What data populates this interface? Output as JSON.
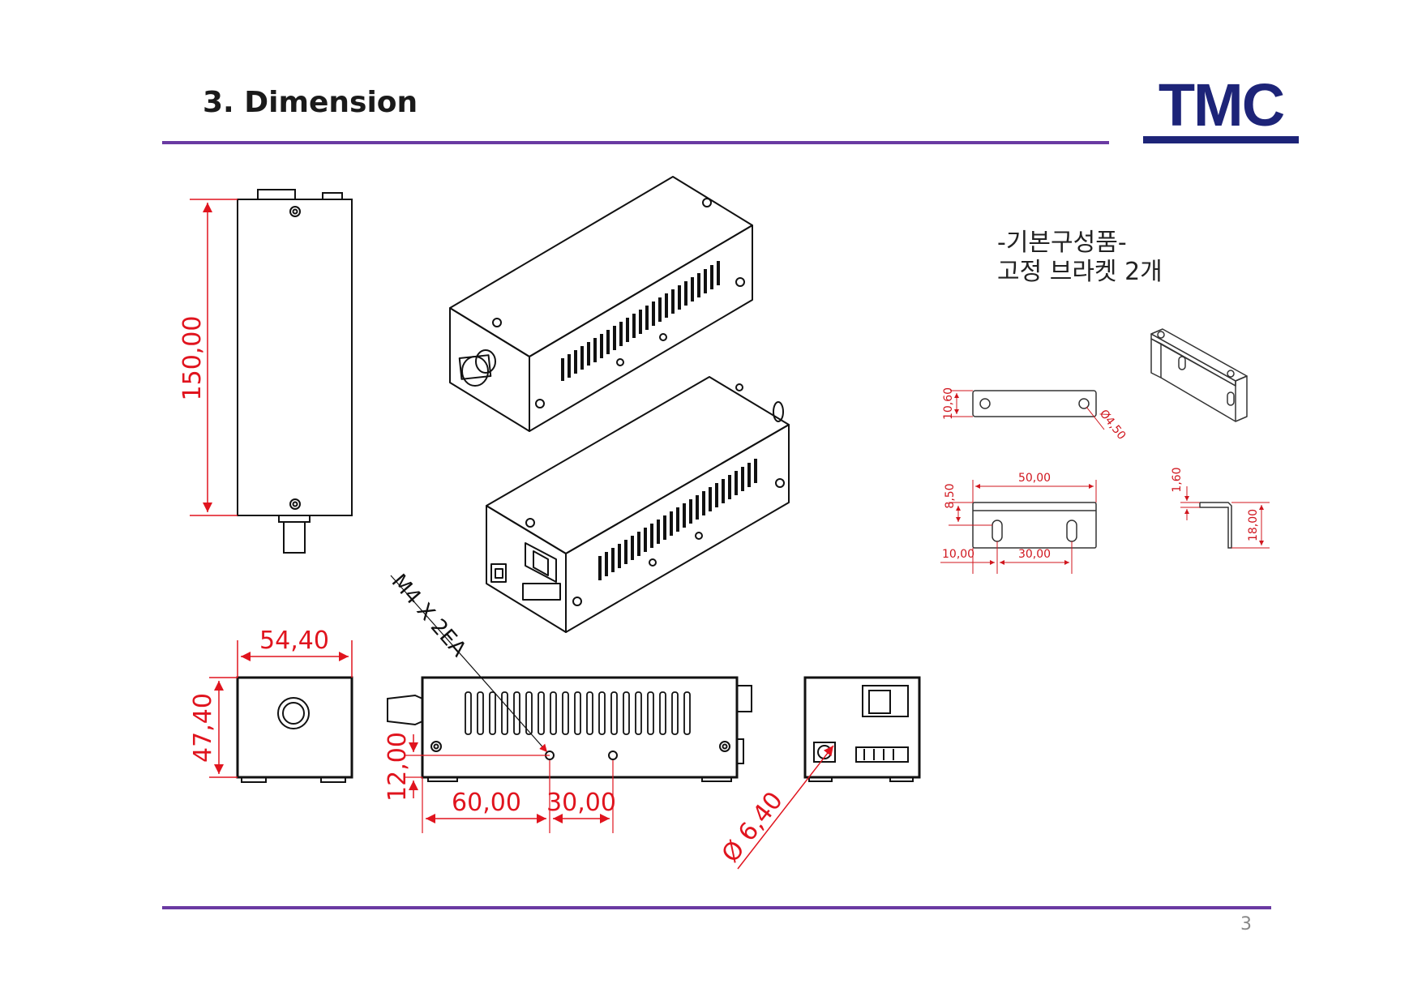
{
  "header": {
    "title": "3. Dimension"
  },
  "logo": {
    "text": "TMC",
    "color": "#1d2478"
  },
  "colors": {
    "rule": "#6a3aa2",
    "dimension": "#e0141e",
    "line": "#111111",
    "bracket_dim": "#d0161e"
  },
  "kit": {
    "line1": "-기본구성품-",
    "line2": "고정 브라켓 2개"
  },
  "dimensions": {
    "height": "150,00",
    "width": "54,40",
    "depth": "47,40",
    "bottom_offset": "12,00",
    "hole_pos": "60,00",
    "hole_spacing": "30,00",
    "diameter": "Ø 6,40",
    "screw": "M4 X 2EA"
  },
  "bracket": {
    "h1": "10,60",
    "dia": "Ø4,50",
    "len": "50,00",
    "h2": "8,50",
    "off": "10,00",
    "spacing": "30,00",
    "thick": "1,60",
    "height": "18,00"
  },
  "footer": {
    "page": "3"
  }
}
